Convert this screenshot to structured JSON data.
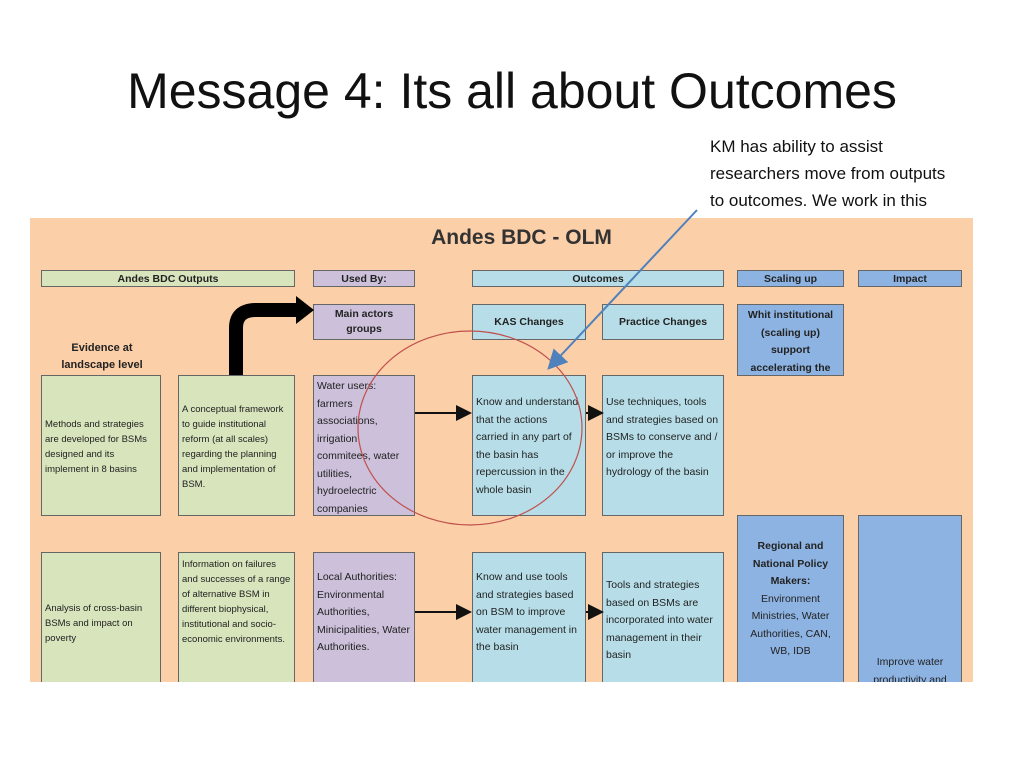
{
  "slide": {
    "title": "Message 4: Its all about Outcomes",
    "note": "KM has ability to assist researchers move from outputs to outcomes. We work in this space"
  },
  "diagram": {
    "title": "Andes BDC - OLM",
    "headers": {
      "outputs": "Andes BDC Outputs",
      "used_by": "Used By:",
      "outcomes": "Outcomes",
      "scaling": "Scaling up",
      "impact": "Impact"
    },
    "evidence_label": "Evidence at landscape level",
    "subheaders": {
      "main_actors": "Main actors groups",
      "kas": "KAS Changes",
      "practice": "Practice Changes",
      "institutional": "Whit institutional (scaling up) support accelerating the"
    },
    "row1": {
      "output": "Methods and strategies are developed for BSMs designed and its implement in 8 basins",
      "framework": "A conceptual framework to guide institutional reform (at all scales) regarding the planning and implementation of BSM.",
      "users": "Water users: farmers associations, irrigation commitees, water utilities, hydroelectric companies",
      "kas": "Know and understand that the actions carried in any part of the basin has repercussion in the whole basin",
      "practice": "Use techniques, tools and strategies based on BSMs to conserve and / or improve the hydrology of the basin"
    },
    "row2": {
      "output": "Analysis of cross-basin BSMs and impact on poverty",
      "framework": "Information on failures and successes of a range of alternative BSM in different biophysical, institutional and socio-economic environments.",
      "users": "Local Authorities: Environmental Authorities, Minicipalities, Water Authorities.",
      "kas": "Know and use tools and strategies based on BSM to improve water management in the basin",
      "practice": "Tools and strategies based on BSMs are incorporated into water management in their basin"
    },
    "regional": {
      "title": "Regional and National Policy Makers:",
      "body": "Environment Ministries, Water Authorities, CAN, WB, IDB"
    },
    "impact_text": "Improve water productivity and"
  },
  "colors": {
    "panel_bg": "#fbcfa8",
    "green": "#d7e4bc",
    "purple": "#ccc0da",
    "light_blue": "#b7dee8",
    "dark_blue": "#8db3e2",
    "annotation_arrow": "#4f81bd",
    "circle": "#c0504d"
  }
}
